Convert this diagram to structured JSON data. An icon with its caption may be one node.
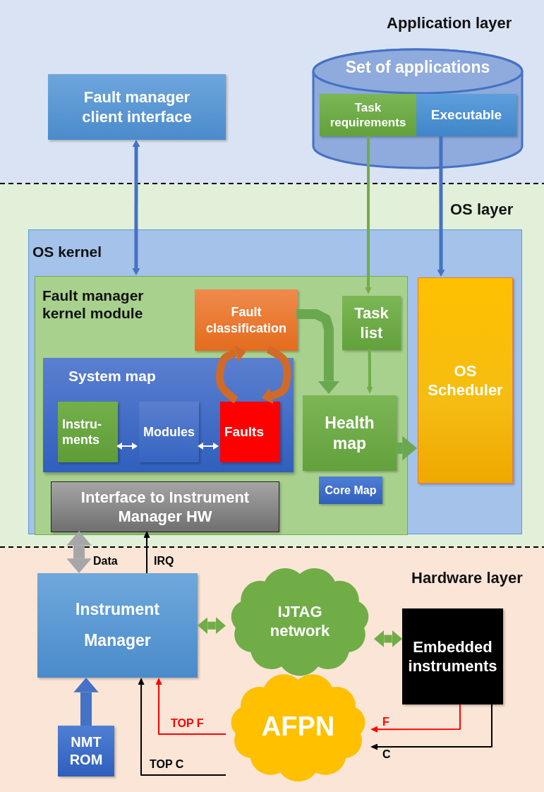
{
  "diagram": {
    "nodes": [
      {
        "text": [
          "Application layer"
        ]
      },
      {
        "text": [
          "Fault manager client interface"
        ],
        "in": 0
      },
      {
        "text": [
          "Set of applications"
        ],
        "in": 0
      },
      {
        "text": [
          "Task requirements"
        ],
        "in": 2
      },
      {
        "text": [
          "Executable"
        ],
        "in": 2
      },
      {
        "text": [
          "OS layer"
        ]
      },
      {
        "text": [
          "OS kernel"
        ],
        "in": 5
      },
      {
        "text": [
          "Fault manager kernel module"
        ],
        "in": 6
      },
      {
        "text": [
          "Fault classification"
        ],
        "in": 7
      },
      {
        "text": [
          "Task list"
        ],
        "in": 7
      },
      {
        "text": [
          "System map"
        ],
        "in": 7
      },
      {
        "text": [
          "Instru-ments"
        ],
        "in": 10
      },
      {
        "text": [
          "Modules"
        ],
        "in": 10
      },
      {
        "text": [
          "Faults"
        ],
        "in": 10
      },
      {
        "text": [
          "Health map"
        ],
        "in": 7
      },
      {
        "text": [
          "Core Map"
        ],
        "in": 7
      },
      {
        "text": [
          "Interface to Instrument Manager HW"
        ],
        "in": 7
      },
      {
        "text": [
          "OS Scheduler"
        ],
        "in": 6
      },
      {
        "text": [
          "Hardware layer"
        ]
      },
      {
        "text": [
          "Instrument Manager"
        ],
        "in": 18
      },
      {
        "text": [
          "IJTAG network"
        ],
        "in": 18
      },
      {
        "text": [
          "Embedded instruments"
        ],
        "in": 18
      },
      {
        "text": [
          "NMT ROM"
        ],
        "in": 18
      },
      {
        "text": [
          "AFPN"
        ],
        "in": 18
      }
    ],
    "edges": [
      {
        "from": 1,
        "to": 7,
        "arrow": "both",
        "color": "#4472c4"
      },
      {
        "from": 3,
        "to": 9,
        "arrow": "to",
        "color": "#70ad47"
      },
      {
        "from": 4,
        "to": 17,
        "arrow": "to",
        "color": "#4472c4"
      },
      {
        "from": 9,
        "to": 14,
        "arrow": "to",
        "color": "#70ad47"
      },
      {
        "from": 8,
        "to": 14,
        "arrow": "to",
        "style": "thick",
        "color": "#6aa84f"
      },
      {
        "from": 13,
        "to": 8,
        "arrow": "to",
        "style": "thick",
        "color": "#d06a28"
      },
      {
        "from": 8,
        "to": 13,
        "arrow": "to",
        "style": "thick",
        "color": "#d06a28"
      },
      {
        "from": 11,
        "to": 12,
        "arrow": "both",
        "color": "#ffffff"
      },
      {
        "from": 12,
        "to": 13,
        "arrow": "both",
        "color": "#ffffff"
      },
      {
        "from": 14,
        "to": 17,
        "arrow": "to",
        "style": "thick",
        "color": "#6aa84f"
      },
      {
        "from": 16,
        "to": 19,
        "arrow": "both",
        "style": "thick",
        "color": "#a6a6a6",
        "label": "Data"
      },
      {
        "from": 19,
        "to": 16,
        "arrow": "to",
        "color": "#000000",
        "label": "IRQ"
      },
      {
        "from": 19,
        "to": 20,
        "arrow": "both",
        "style": "thick",
        "color": "#70ad47"
      },
      {
        "from": 20,
        "to": 21,
        "arrow": "both",
        "style": "thick",
        "color": "#70ad47"
      },
      {
        "from": 22,
        "to": 19,
        "arrow": "to",
        "style": "thick",
        "color": "#4472c4"
      },
      {
        "from": 21,
        "to": 23,
        "arrow": "to",
        "color": "#ff0000",
        "label": "F"
      },
      {
        "from": 21,
        "to": 23,
        "arrow": "to",
        "color": "#000000",
        "label": "C"
      },
      {
        "from": 23,
        "to": 19,
        "arrow": "to",
        "color": "#ff0000",
        "label": "TOP F"
      },
      {
        "from": 23,
        "to": 19,
        "arrow": "to",
        "color": "#000000",
        "label": "TOP C"
      }
    ]
  }
}
